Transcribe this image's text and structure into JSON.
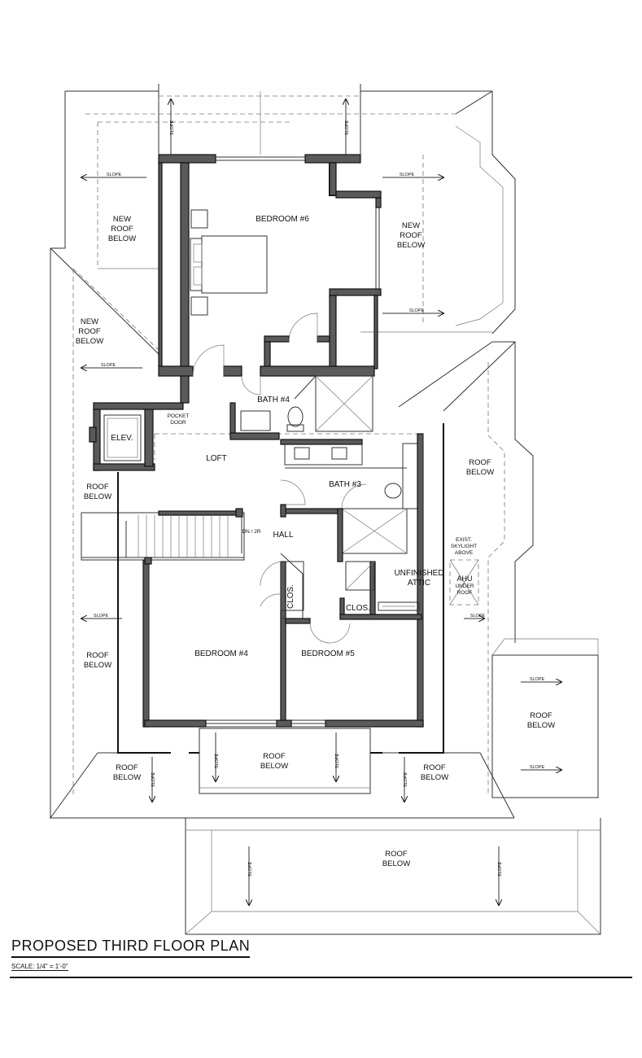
{
  "title": "PROPOSED THIRD FLOOR PLAN",
  "scale": "SCALE: 1/4\" = 1'-0\"",
  "rooms": {
    "bedroom6": "BEDROOM #6",
    "bath4": "BATH #4",
    "elev": "ELEV.",
    "loft": "LOFT",
    "bath3": "BATH #3",
    "hall": "HALL",
    "clos1": "CLOS.",
    "clos2": "CLOS.",
    "bedroom4": "BEDROOM #4",
    "bedroom5": "BEDROOM #5",
    "unfinished_line1": "UNFINISHED",
    "unfinished_line2": "ATTIC"
  },
  "notes": {
    "pocket_line1": "POCKET",
    "pocket_line2": "DOOR",
    "dn_2r": "DN / 2R",
    "skylight_line1": "EXIST.",
    "skylight_line2": "SKYLIGHT",
    "skylight_line3": "ABOVE",
    "ahu_line1": "AHU",
    "ahu_line2": "UNDER",
    "ahu_line3": "ROOF"
  },
  "roof_labels": {
    "nrb_top_left": [
      "NEW",
      "ROOF",
      "BELOW"
    ],
    "nrb_top_right": [
      "NEW",
      "ROOF",
      "BELOW"
    ],
    "nrb_left": [
      "NEW",
      "ROOF",
      "BELOW"
    ],
    "rb_left_mid": [
      "ROOF",
      "BELOW"
    ],
    "rb_right_upper": [
      "ROOF",
      "BELOW"
    ],
    "rb_left_lower": [
      "ROOF",
      "BELOW"
    ],
    "rb_right_box": [
      "ROOF",
      "BELOW"
    ],
    "rb_bottom_center": [
      "ROOF",
      "BELOW"
    ],
    "rb_bottom_left": [
      "ROOF",
      "BELOW"
    ],
    "rb_bottom_right": [
      "ROOF",
      "BELOW"
    ],
    "rb_lower_roof": [
      "ROOF",
      "BELOW"
    ]
  },
  "slope_label": "SLOPE"
}
